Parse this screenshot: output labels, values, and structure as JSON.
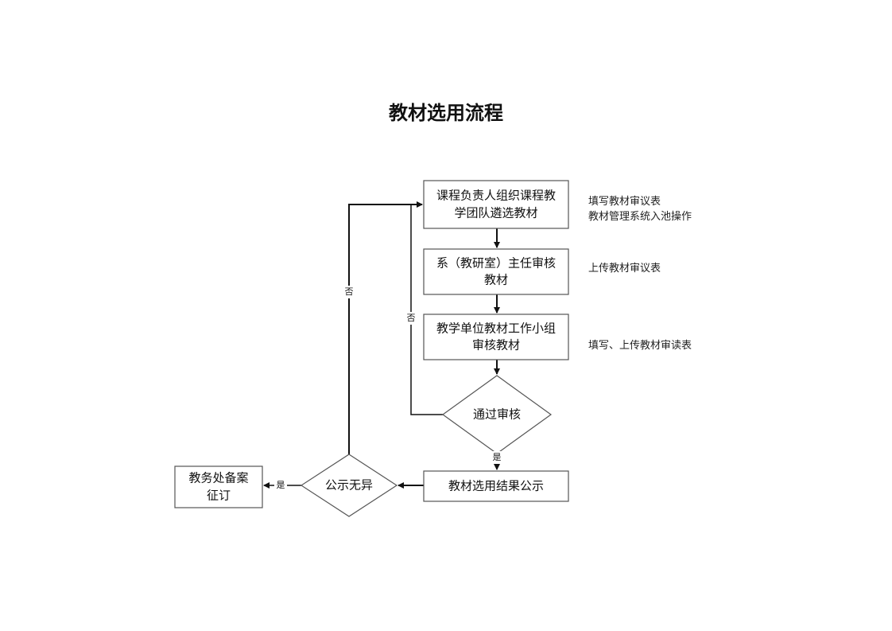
{
  "title": "教材选用流程",
  "nodes": {
    "step1": [
      "课程负责人组织课程教",
      "学团队遴选教材"
    ],
    "step2": [
      "系（教研室）主任审核",
      "教材"
    ],
    "step3": [
      "教学单位教材工作小组",
      "审核教材"
    ],
    "decision1": "通过审核",
    "step4": "教材选用结果公示",
    "decision2": "公示无异",
    "final": [
      "教务处备案",
      "征订"
    ]
  },
  "edge_labels": {
    "no1": "否",
    "no2": "否",
    "yes1": "是",
    "yes2": "是"
  },
  "notes": {
    "step1": [
      "填写教材审议表",
      "教材管理系统入池操作"
    ],
    "step2": "上传教材审议表",
    "step3": "填写、上传教材审读表"
  }
}
